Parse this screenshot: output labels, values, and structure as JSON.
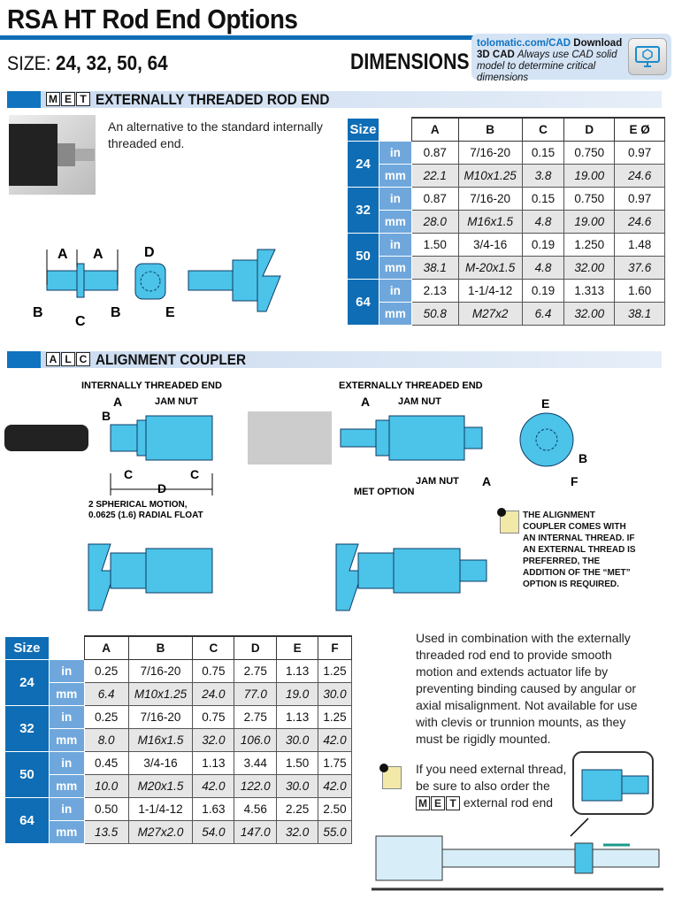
{
  "header": {
    "title": "RSA HT Rod End Options",
    "size_label": "SIZE:",
    "sizes": "24, 32, 50, 64",
    "dimensions": "DIMENSIONS"
  },
  "cad": {
    "url": "tolomatic.com/CAD",
    "download": "Download 3D CAD",
    "note": "Always use CAD solid model to determine critical dimensions",
    "icon": "cad-monitor-icon"
  },
  "met": {
    "code": [
      "M",
      "E",
      "T"
    ],
    "title": "EXTERNALLY THREADED ROD END",
    "description": "An alternative to the standard internally threaded end.",
    "diagram_labels": {
      "a1": "A",
      "a2": "A",
      "b1": "B",
      "b2": "B",
      "c": "C",
      "d": "D",
      "e": "E"
    },
    "table": {
      "size_header": "Size",
      "columns": [
        "A",
        "B",
        "C",
        "D",
        "E Ø"
      ],
      "rows": [
        {
          "size": "24",
          "in": [
            "0.87",
            "7/16-20",
            "0.15",
            "0.750",
            "0.97"
          ],
          "mm": [
            "22.1",
            "M10x1.25",
            "3.8",
            "19.00",
            "24.6"
          ]
        },
        {
          "size": "32",
          "in": [
            "0.87",
            "7/16-20",
            "0.15",
            "0.750",
            "0.97"
          ],
          "mm": [
            "28.0",
            "M16x1.5",
            "4.8",
            "19.00",
            "24.6"
          ]
        },
        {
          "size": "50",
          "in": [
            "1.50",
            "3/4-16",
            "0.19",
            "1.250",
            "1.48"
          ],
          "mm": [
            "38.1",
            "M-20x1.5",
            "4.8",
            "32.00",
            "37.6"
          ]
        },
        {
          "size": "64",
          "in": [
            "2.13",
            "1-1/4-12",
            "0.19",
            "1.313",
            "1.60"
          ],
          "mm": [
            "50.8",
            "M27x2",
            "6.4",
            "32.00",
            "38.1"
          ]
        }
      ],
      "unit_in": "in",
      "unit_mm": "mm"
    }
  },
  "alc": {
    "code": [
      "A",
      "L",
      "C"
    ],
    "title": "ALIGNMENT COUPLER",
    "internal": {
      "title": "INTERNALLY THREADED END",
      "jam_nut": "JAM NUT",
      "a": "A",
      "b": "B",
      "c1": "C",
      "c2": "C",
      "d": "D",
      "motion": "2 SPHERICAL MOTION,",
      "float": "0.0625 (1.6) RADIAL FLOAT"
    },
    "external": {
      "title": "EXTERNALLY THREADED END",
      "jam_nut": "JAM NUT",
      "a": "A",
      "jam_nut2": "JAM NUT",
      "a2": "A",
      "met_option": "MET OPTION"
    },
    "end_view": {
      "e": "E",
      "b": "B",
      "f": "F"
    },
    "note": "The alignment coupler comes with an internal thread. If an external thread is preferred, the addition of the “MET” option is required.",
    "description": "Used in combination with the externally threaded rod end to provide smooth motion and extends actuator life by  preventing binding caused by angular or axial misalignment. Not available for use with clevis or trunnion mounts, as they must be rigidly mounted.",
    "tip_line1": "If you need external thread, be sure to also order the",
    "tip_code": [
      "M",
      "E",
      "T"
    ],
    "tip_line2": "external rod end",
    "table": {
      "size_header": "Size",
      "columns": [
        "A",
        "B",
        "C",
        "D",
        "E",
        "F"
      ],
      "rows": [
        {
          "size": "24",
          "in": [
            "0.25",
            "7/16-20",
            "0.75",
            "2.75",
            "1.13",
            "1.25"
          ],
          "mm": [
            "6.4",
            "M10x1.25",
            "24.0",
            "77.0",
            "19.0",
            "30.0"
          ]
        },
        {
          "size": "32",
          "in": [
            "0.25",
            "7/16-20",
            "0.75",
            "2.75",
            "1.13",
            "1.25"
          ],
          "mm": [
            "8.0",
            "M16x1.5",
            "32.0",
            "106.0",
            "30.0",
            "42.0"
          ]
        },
        {
          "size": "50",
          "in": [
            "0.45",
            "3/4-16",
            "1.13",
            "3.44",
            "1.50",
            "1.75"
          ],
          "mm": [
            "10.0",
            "M20x1.5",
            "42.0",
            "122.0",
            "30.0",
            "42.0"
          ]
        },
        {
          "size": "64",
          "in": [
            "0.50",
            "1-1/4-12",
            "1.63",
            "4.56",
            "2.25",
            "2.50"
          ],
          "mm": [
            "13.5",
            "M27x2.0",
            "54.0",
            "147.0",
            "32.0",
            "55.0"
          ]
        }
      ],
      "unit_in": "in",
      "unit_mm": "mm"
    }
  },
  "colors": {
    "brand_blue": "#0f6db5",
    "light_blue": "#6fa7dc",
    "part_cyan": "#4cc3e8"
  }
}
